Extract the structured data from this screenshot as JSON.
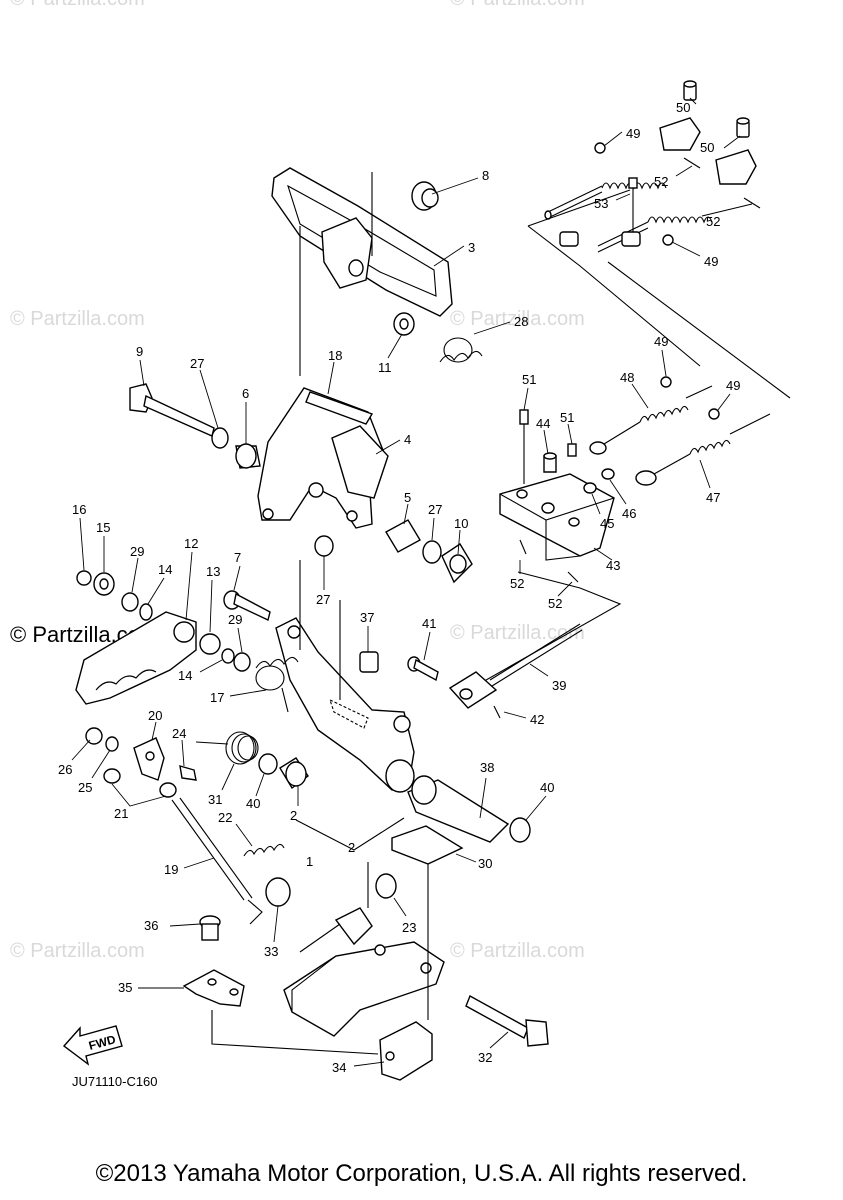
{
  "watermarks": {
    "top_left": "© Partzilla.com",
    "top_right": "© Partzilla.com",
    "mid_left": "© Partzilla.com",
    "mid_right": "© Partzilla.com",
    "center_left": "© Partzilla.com",
    "center_right": "© Partzilla.com",
    "low_left": "© Partzilla.com",
    "low_right": "© Partzilla.com"
  },
  "diagram_ref": "JU71110-C160",
  "fwd_label": "FWD",
  "copyright": "©2013 Yamaha Motor Corporation, U.S.A. All rights reserved.",
  "callouts": {
    "c50a": "50",
    "c49a": "49",
    "c50b": "50",
    "c8": "8",
    "c52a": "52",
    "c53": "53",
    "c52b": "52",
    "c49b": "49",
    "c3": "3",
    "c28": "28",
    "c11": "11",
    "c9": "9",
    "c27a": "27",
    "c18": "18",
    "c6": "6",
    "c4": "4",
    "c51a": "51",
    "c48": "48",
    "c49c": "49",
    "c49d": "49",
    "c44": "44",
    "c51b": "51",
    "c5": "5",
    "c27b": "27",
    "c10": "10",
    "c46": "46",
    "c45": "45",
    "c47": "47",
    "c43": "43",
    "c16": "16",
    "c15": "15",
    "c29a": "29",
    "c14a": "14",
    "c12": "12",
    "c13": "13",
    "c7": "7",
    "c27c": "27",
    "c52c": "52",
    "c52d": "52",
    "c37": "37",
    "c41": "41",
    "c29b": "29",
    "c14b": "14",
    "c17": "17",
    "c39": "39",
    "c42": "42",
    "c20": "20",
    "c24": "24",
    "c26": "26",
    "c25": "25",
    "c31": "31",
    "c40a": "40",
    "c2a": "2",
    "c38": "38",
    "c40b": "40",
    "c21": "21",
    "c22": "22",
    "c2b": "2",
    "c1": "1",
    "c30": "30",
    "c19": "19",
    "c23": "23",
    "c36": "36",
    "c33": "33",
    "c35": "35",
    "c32": "32",
    "c34": "34"
  },
  "colors": {
    "line": "#000000",
    "watermark": "#d9d9d9",
    "background": "#ffffff"
  }
}
